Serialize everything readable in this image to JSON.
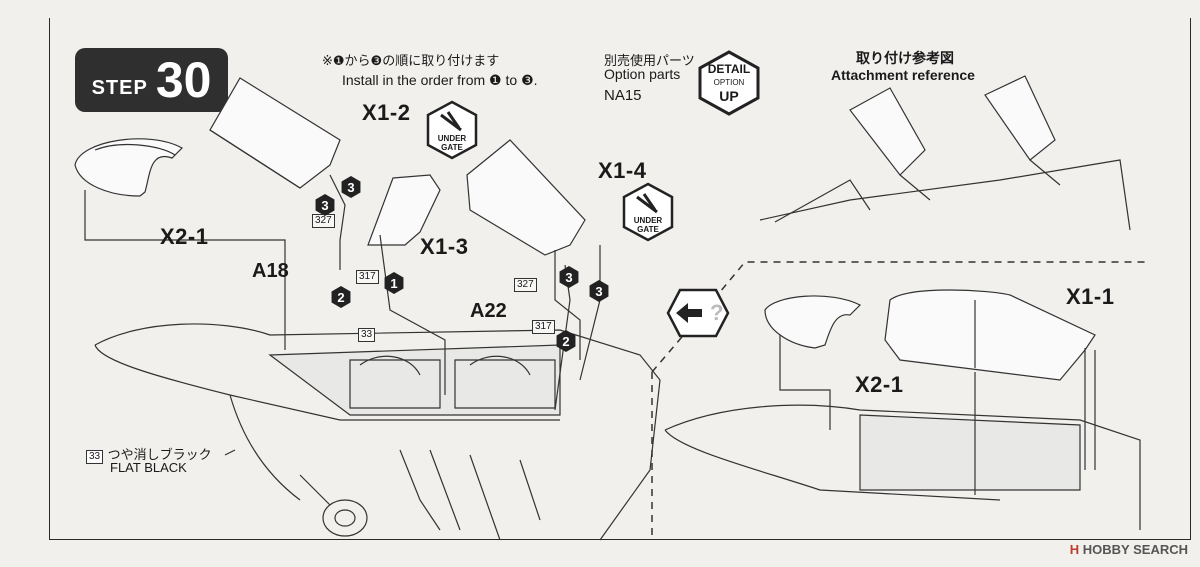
{
  "step": {
    "word": "STEP",
    "number": "30"
  },
  "instructions": {
    "jp": "※❶から❸の順に取り付けます",
    "en": "Install in the order from ❶ to ❸."
  },
  "option_parts": {
    "jp": "別売使用パーツ",
    "en": "Option parts",
    "code": "NA15"
  },
  "detail_badge": {
    "top": "DETAIL",
    "mid": "OPTION",
    "bottom": "UP"
  },
  "reference": {
    "jp": "取り付け参考図",
    "en": "Attachment reference"
  },
  "under_gate": "UNDER GATE",
  "labels": {
    "x1_2": "X1-2",
    "x1_3": "X1-3",
    "x1_4": "X1-4",
    "x2_1_left": "X2-1",
    "x2_1_right": "X2-1",
    "x1_1": "X1-1",
    "a18": "A18",
    "a22": "A22"
  },
  "part_numbers": {
    "p327a": "327",
    "p317a": "317",
    "p327b": "327",
    "p317b": "317",
    "p33": "33"
  },
  "order_markers": [
    "1",
    "2",
    "3"
  ],
  "paint": {
    "code": "33",
    "jp": "つや消しブラック",
    "en": "FLAT BLACK"
  },
  "watermark": {
    "logo": "H",
    "text": "HOBBY SEARCH"
  }
}
